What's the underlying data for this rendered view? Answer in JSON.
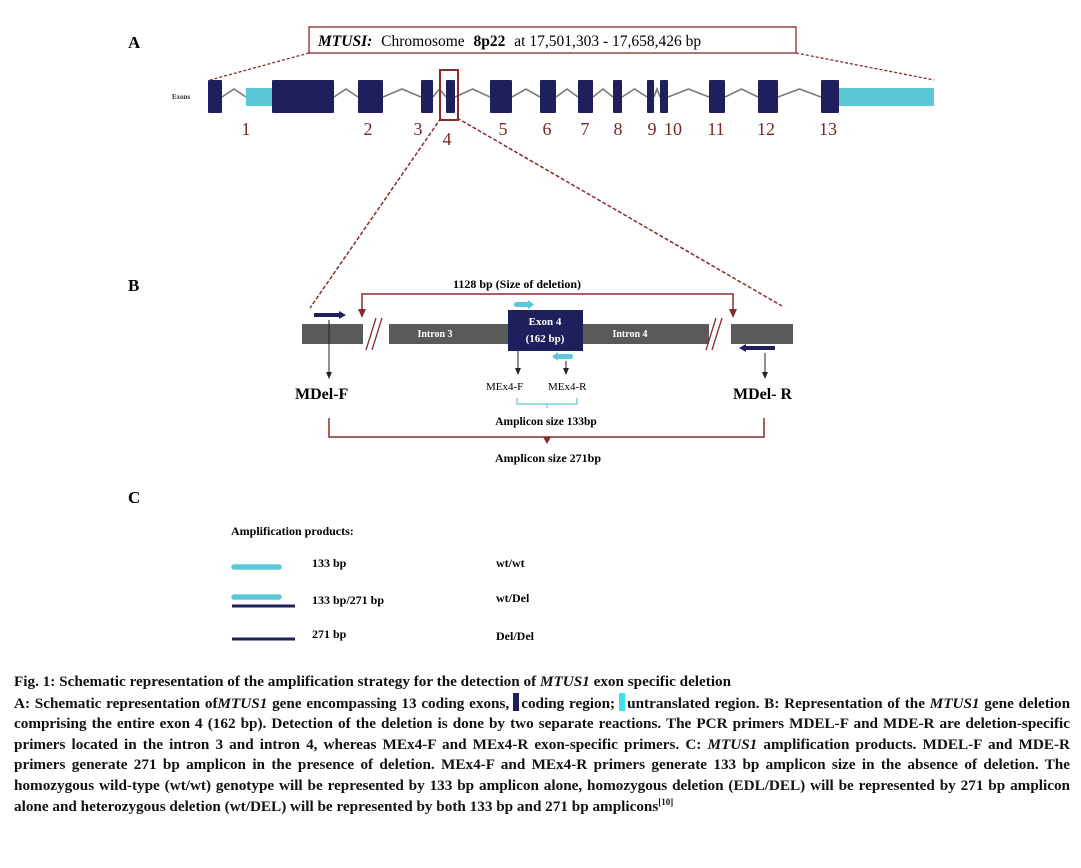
{
  "panels": {
    "a": "A",
    "b": "B",
    "c": "C"
  },
  "header": {
    "gene": "MTUSI:",
    "chromosome_word": "Chromosome",
    "band": "8p22",
    "position": "at 17,501,303 - 17,658,426 bp"
  },
  "exons_row_label": "Exons",
  "exon_numbers": [
    "1",
    "2",
    "3",
    "4",
    "5",
    "6",
    "7",
    "8",
    "9",
    "10",
    "11",
    "12",
    "13"
  ],
  "deletion_size": "1128 bp (Size of deletion)",
  "intron3": "Intron 3",
  "intron4": "Intron 4",
  "exon4_line1": "Exon 4",
  "exon4_line2": "(162 bp)",
  "primers": {
    "mdel_f": "MDel-F",
    "mdel_r": "MDel- R",
    "mex4_f": "MEx4-F",
    "mex4_r": "MEx4-R"
  },
  "amplicon_133": "Amplicon size 133bp",
  "amplicon_271": "Amplicon size 271bp",
  "products_title": "Amplification products:",
  "products": [
    {
      "size": "133 bp",
      "genotype": "wt/wt"
    },
    {
      "size": "133 bp/271 bp",
      "genotype": "wt/Del"
    },
    {
      "size": "271 bp",
      "genotype": "Del/Del"
    }
  ],
  "colors": {
    "coding": "#1f1f5e",
    "utr": "#5bc8d8",
    "outline": "#8b2a2a",
    "grey_bar": "#5a5a5a",
    "intron_line": "#7a7a7a"
  },
  "caption": {
    "title_prefix": "Fig. 1: Schematic representation of the amplification strategy for the detection of",
    "title_gene": "MTUS1",
    "title_suffix": "exon specific deletion",
    "p1": "A: Schematic representation of",
    "gene": "MTUS1",
    "p2": "gene encompassing 13 coding exons,",
    "p3": "coding region;",
    "p4": "untranslated region. B: Representation of the",
    "p5": "gene deletion comprising the entire exon 4 (162 bp). Detection of the deletion is done by two separate reactions. The PCR primers MDEL-F and MDE-R are deletion-specific primers located in the intron 3 and intron 4, whereas MEx4-F and MEx4-R exon-specific primers. C:",
    "p6": "amplification products. MDEL-F and MDE-R primers generate 271 bp amplicon in the presence of deletion. MEx4-F and MEx4-R primers generate 133 bp amplicon size in the absence of deletion. The homozygous wild-type (wt/wt) genotype will be represented by 133 bp amplicon alone, homozygous deletion (EDL/DEL) will be represented by 271 bp amplicon alone and heterozygous deletion (wt/DEL) will be represented by both 133 bp and 271 bp amplicons",
    "ref": "[10]"
  }
}
